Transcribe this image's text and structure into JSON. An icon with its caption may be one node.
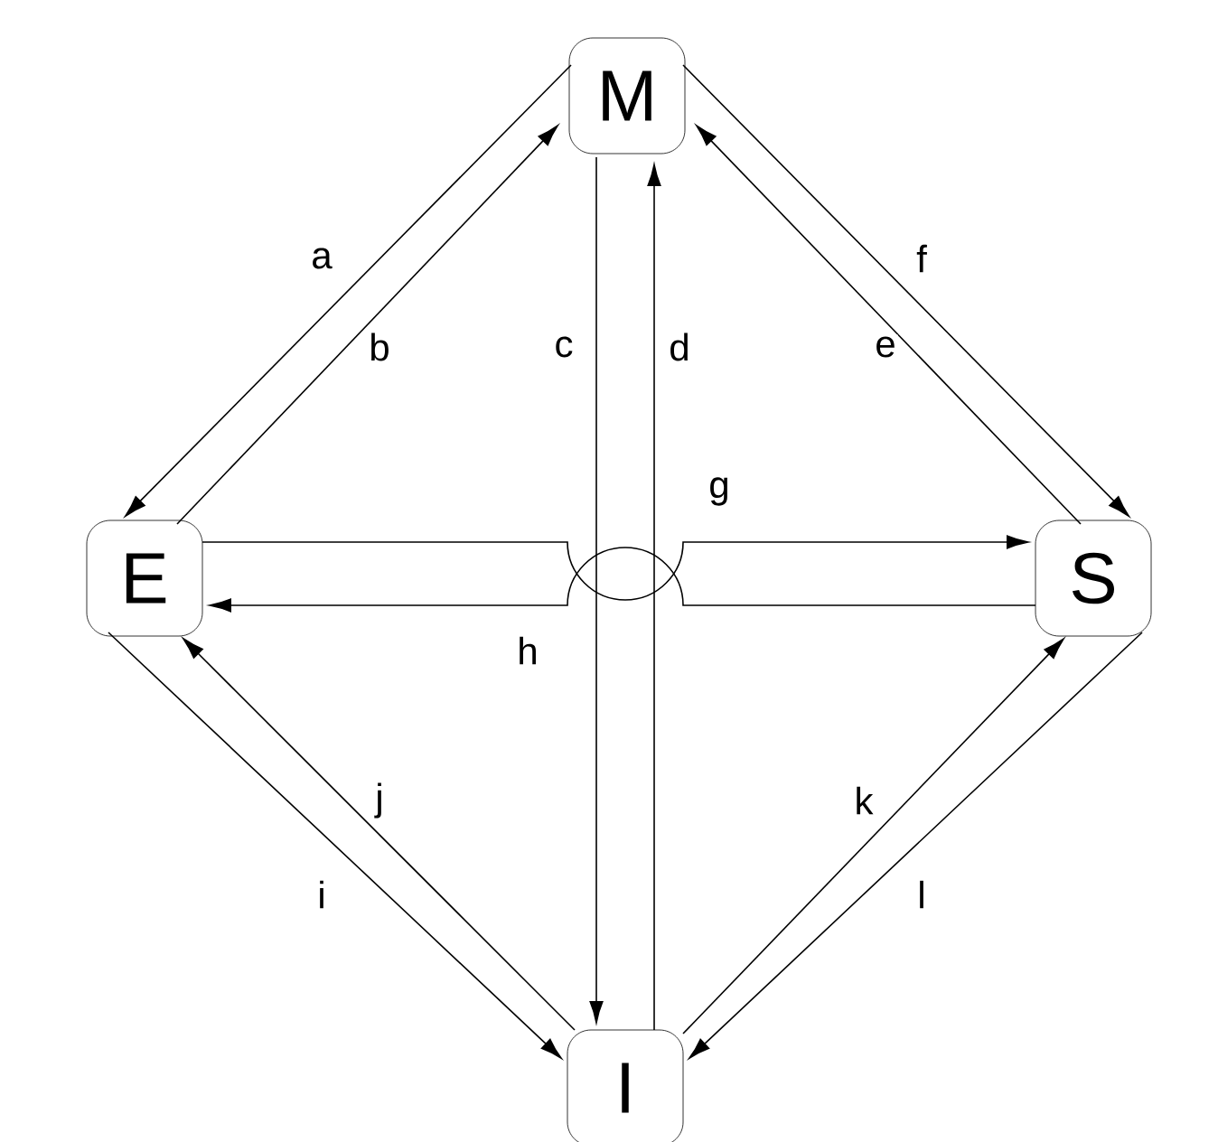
{
  "diagram": {
    "nodes": [
      {
        "text": [
          "M"
        ]
      },
      {
        "text": [
          "E"
        ]
      },
      {
        "text": [
          "S"
        ]
      },
      {
        "text": [
          "I"
        ]
      }
    ],
    "edges": [
      {
        "from": 0,
        "to": 1,
        "arrow": "to",
        "label": "a"
      },
      {
        "from": 1,
        "to": 0,
        "arrow": "to",
        "label": "b"
      },
      {
        "from": 0,
        "to": 3,
        "arrow": "to",
        "label": "c"
      },
      {
        "from": 3,
        "to": 0,
        "arrow": "to",
        "label": "d"
      },
      {
        "from": 2,
        "to": 0,
        "arrow": "to",
        "label": "e"
      },
      {
        "from": 0,
        "to": 2,
        "arrow": "to",
        "label": "f"
      },
      {
        "from": 1,
        "to": 2,
        "arrow": "to",
        "label": "g"
      },
      {
        "from": 2,
        "to": 1,
        "arrow": "to",
        "label": "h"
      },
      {
        "from": 1,
        "to": 3,
        "arrow": "to",
        "label": "i"
      },
      {
        "from": 3,
        "to": 1,
        "arrow": "to",
        "label": "j"
      },
      {
        "from": 3,
        "to": 2,
        "arrow": "to",
        "label": "k"
      },
      {
        "from": 2,
        "to": 3,
        "arrow": "to",
        "label": "l"
      }
    ]
  }
}
